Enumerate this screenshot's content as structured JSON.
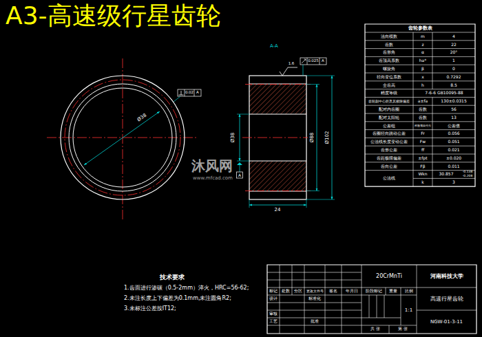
{
  "diagram": {
    "title": "A3-高速级行星齿轮",
    "labels": [
      "A-A",
      "Ø38",
      "0.02",
      "A",
      "1.6",
      "0.025",
      "A",
      "Ø38",
      "Ø88",
      "Ø102",
      "24",
      "A",
      "沐风网",
      "www.mfcad.com",
      "齿轮参数表",
      "法向模数",
      "m",
      "4",
      "齿数",
      "z",
      "22",
      "齿形角",
      "α",
      "20°",
      "齿顶高系数",
      "ha*",
      "1",
      "螺旋角",
      "β",
      "0",
      "径向变位系数",
      "x",
      "0.7292",
      "全齿高",
      "h",
      "8.5",
      "精度等级",
      "7-6-6 GB10095-88",
      "齿轮副中心距及其极限偏差",
      "a±fa",
      "130±0.0315",
      "配对内齿圈",
      "齿数",
      "56",
      "配对太阳轮",
      "齿数",
      "13",
      "公差组",
      "检验项目代号",
      "公差值",
      "齿圈径向跳动公差",
      "Fr",
      "0.056",
      "公法线长度变动公差",
      "Fw",
      "0.051",
      "齿形公差",
      "ff",
      "0.021",
      "齿距极限偏差",
      "±fpt",
      "±0.020",
      "齿向公差",
      "Fβ",
      "0.011",
      "公法线",
      "Wkn",
      "30.857",
      "-0.138",
      "-0.208",
      "k",
      "3",
      "技术要求",
      "1.齿面进行渗碳（0.5-2mm）淬火，HRC=56-62;",
      "2.未注长度上下偏差为0.1mm,未注圆角R2;",
      "3.未标注公差按IT12;",
      "20CrMnTi",
      "河南科技大学",
      "高速行星齿轮",
      "NGW-01-3-11",
      "标记",
      "处数",
      "分区",
      "更改文件号",
      "签名",
      "年月日",
      "设计",
      "标准化",
      "审核",
      "工艺",
      "批准",
      "阶段标记",
      "重量",
      "比例",
      "1:1",
      "共 张",
      "第 张"
    ]
  }
}
